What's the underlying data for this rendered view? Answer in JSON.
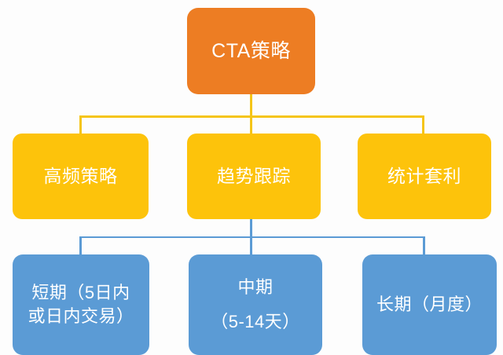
{
  "diagram": {
    "type": "org-chart",
    "title_node": "CTA策略",
    "colors": {
      "root": "#ED7D23",
      "tier2": "#FDC30B",
      "tier3": "#5B9BD5",
      "connector_yellow": "#F5C518",
      "connector_blue": "#5B9BD5",
      "background": "#FDFDFD",
      "text": "#FFFFFF"
    },
    "root": {
      "label": "CTA策略"
    },
    "tier2": [
      {
        "label": "高频策略"
      },
      {
        "label": "趋势跟踪"
      },
      {
        "label": "统计套利"
      }
    ],
    "tier3": [
      {
        "label": "短期（5日内\n或日内交易）"
      },
      {
        "label": "中期\n（5-14天）"
      },
      {
        "label": "长期（月度）"
      }
    ],
    "edges": {
      "root_to_tier2": "CTA策略 → 高频策略 / 趋势跟踪 / 统计套利",
      "tier2_to_tier3": "趋势跟踪 → 短期 / 中期 / 长期"
    }
  }
}
